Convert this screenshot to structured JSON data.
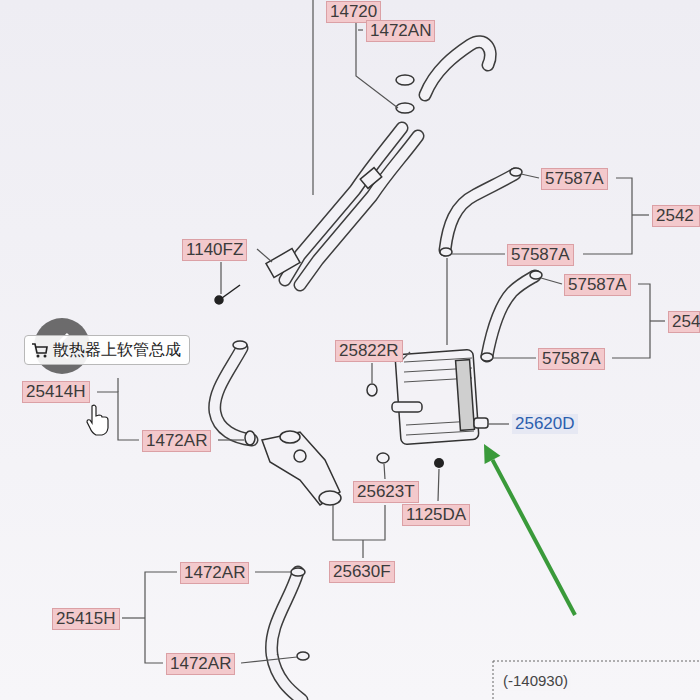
{
  "diagram": {
    "nodes": [
      {
        "text": [
          "散热器上软管总成"
        ]
      }
    ],
    "edges": [],
    "labels": [
      "14720",
      "1472AN",
      "57587A",
      "2542",
      "1140FZ",
      "57587A",
      "57587A",
      "254",
      "25822R",
      "57587A",
      "25414H",
      "25620D",
      "1472AR",
      "25623T",
      "1125DA",
      "25630F",
      "1472AR",
      "25415H",
      "1472AR",
      "(-140930)"
    ]
  }
}
